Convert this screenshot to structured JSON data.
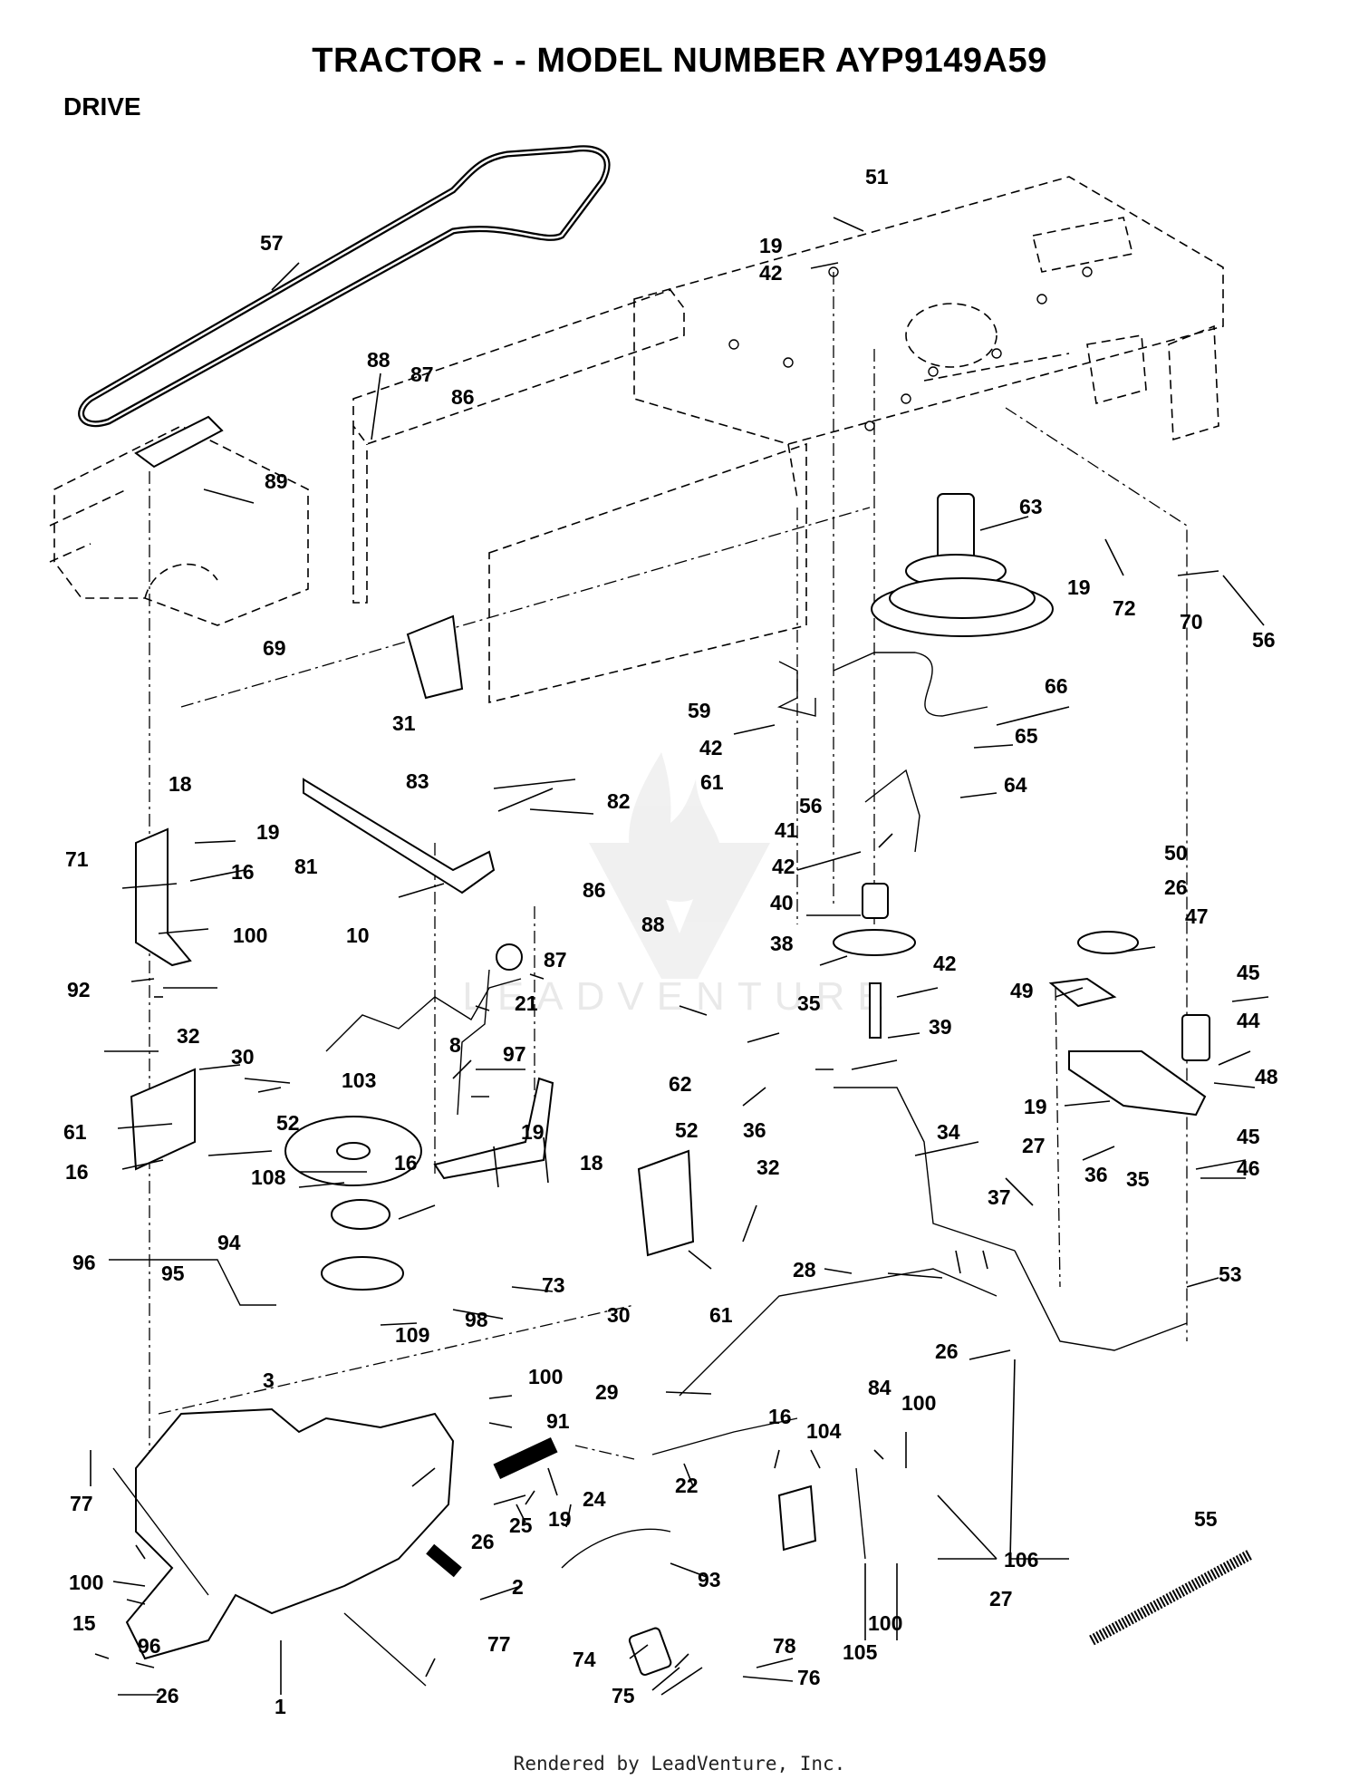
{
  "title": "TRACTOR - - MODEL NUMBER AYP9149A59",
  "section": "DRIVE",
  "footer": "Rendered by LeadVenture, Inc.",
  "watermark": "LEADVENTURE",
  "callouts": [
    "57",
    "51",
    "19",
    "42",
    "88",
    "87",
    "86",
    "89",
    "63",
    "19",
    "72",
    "70",
    "56",
    "69",
    "31",
    "66",
    "59",
    "42",
    "65",
    "61",
    "56",
    "64",
    "83",
    "82",
    "18",
    "19",
    "71",
    "16",
    "81",
    "41",
    "42",
    "40",
    "38",
    "42",
    "39",
    "86",
    "88",
    "87",
    "100",
    "92",
    "10",
    "21",
    "8",
    "50",
    "26",
    "47",
    "49",
    "45",
    "44",
    "48",
    "19",
    "27",
    "45",
    "46",
    "32",
    "30",
    "61",
    "52",
    "16",
    "97",
    "103",
    "108",
    "19",
    "16",
    "18",
    "94",
    "73",
    "98",
    "109",
    "95",
    "96",
    "3",
    "35",
    "62",
    "36",
    "34",
    "52",
    "32",
    "30",
    "61",
    "37",
    "36",
    "35",
    "28",
    "53",
    "26",
    "29",
    "100",
    "91",
    "24",
    "19",
    "25",
    "26",
    "22",
    "77",
    "16",
    "84",
    "100",
    "104",
    "106",
    "27",
    "55",
    "100",
    "15",
    "2",
    "93",
    "105",
    "100",
    "96",
    "77",
    "26",
    "1",
    "74",
    "75",
    "78",
    "76"
  ]
}
